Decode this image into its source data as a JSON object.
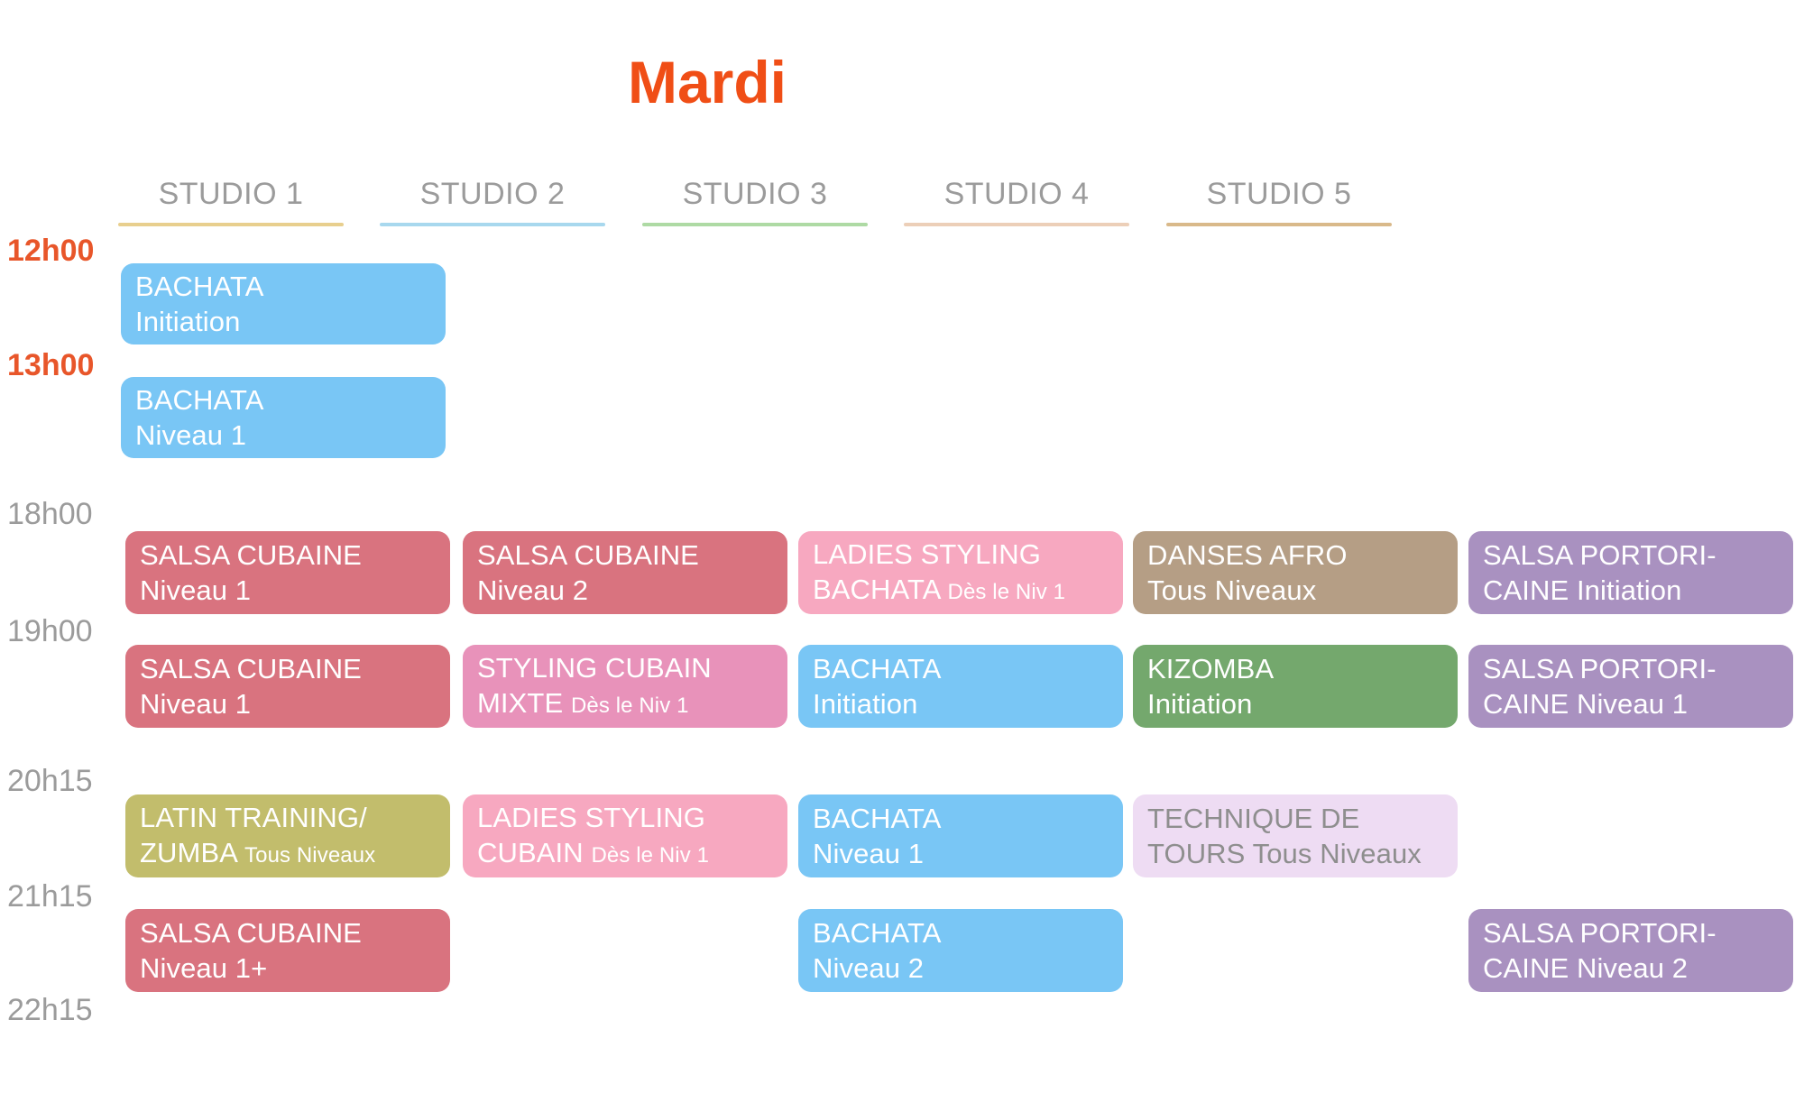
{
  "title": "Mardi",
  "colors": {
    "title": "#f04e16",
    "time_hot": "#e8562a",
    "time_normal": "#9b9b9b",
    "studio_label": "#9b9b9b",
    "bachata_blue": "#79c6f5",
    "salsa_cubaine_rose": "#d9737f",
    "ladies_styling_pink": "#f7a8c0",
    "styling_cubain_pink": "#e892ba",
    "danses_afro_brown": "#b59e85",
    "kizomba_green": "#74a86d",
    "salsa_porto_purple": "#a991c0",
    "latin_zumba_olive": "#c2bd6c",
    "technique_lavender": "#eedcf3",
    "technique_text": "#8e8e8e"
  },
  "studios": [
    {
      "label": "STUDIO 1",
      "rule_color": "#e8cf8e"
    },
    {
      "label": "STUDIO 2",
      "rule_color": "#a8d8ee"
    },
    {
      "label": "STUDIO 3",
      "rule_color": "#aedaa4"
    },
    {
      "label": "STUDIO 4",
      "rule_color": "#eccfb8"
    },
    {
      "label": "STUDIO 5",
      "rule_color": "#d9b98a"
    }
  ],
  "times": [
    {
      "label": "12h00",
      "hot": true
    },
    {
      "label": "13h00",
      "hot": true
    },
    {
      "label": "18h00",
      "hot": false
    },
    {
      "label": "19h00",
      "hot": false
    },
    {
      "label": "20h15",
      "hot": false
    },
    {
      "label": "21h15",
      "hot": false
    },
    {
      "label": "22h15",
      "hot": false
    }
  ],
  "classes": [
    {
      "id": "c1",
      "line1": "BACHATA",
      "line2": "Initiation",
      "small": "",
      "color": "#79c6f5",
      "muted": false
    },
    {
      "id": "c2",
      "line1": "BACHATA",
      "line2": "Niveau 1",
      "small": "",
      "color": "#79c6f5",
      "muted": false
    },
    {
      "id": "c3",
      "line1": "SALSA CUBAINE",
      "line2": "Niveau 1",
      "small": "",
      "color": "#d9737f",
      "muted": false
    },
    {
      "id": "c4",
      "line1": "SALSA CUBAINE",
      "line2": "Niveau 2",
      "small": "",
      "color": "#d9737f",
      "muted": false
    },
    {
      "id": "c5",
      "line1": "LADIES STYLING",
      "line2": "BACHATA",
      "small": "Dès le Niv 1",
      "color": "#f7a8c0",
      "muted": false
    },
    {
      "id": "c6",
      "line1": "DANSES AFRO",
      "line2": "Tous Niveaux",
      "small": "",
      "color": "#b59e85",
      "muted": false
    },
    {
      "id": "c7",
      "line1": "SALSA PORTORI-",
      "line2": "CAINE Initiation",
      "small": "",
      "color": "#a991c0",
      "muted": false
    },
    {
      "id": "c8",
      "line1": "SALSA CUBAINE",
      "line2": "Niveau 1",
      "small": "",
      "color": "#d9737f",
      "muted": false
    },
    {
      "id": "c9",
      "line1": "STYLING CUBAIN",
      "line2": "MIXTE",
      "small": "Dès le Niv 1",
      "color": "#e892ba",
      "muted": false
    },
    {
      "id": "c10",
      "line1": "BACHATA",
      "line2": "Initiation",
      "small": "",
      "color": "#79c6f5",
      "muted": false
    },
    {
      "id": "c11",
      "line1": "KIZOMBA",
      "line2": "Initiation",
      "small": "",
      "color": "#74a86d",
      "muted": false
    },
    {
      "id": "c12",
      "line1": "SALSA PORTORI-",
      "line2": "CAINE Niveau 1",
      "small": "",
      "color": "#a991c0",
      "muted": false
    },
    {
      "id": "c13",
      "line1": "LATIN TRAINING/",
      "line2": "ZUMBA",
      "small": "Tous Niveaux",
      "color": "#c2bd6c",
      "muted": false
    },
    {
      "id": "c14",
      "line1": "LADIES STYLING",
      "line2": "CUBAIN",
      "small": "Dès le Niv 1",
      "color": "#f7a8c0",
      "muted": false
    },
    {
      "id": "c15",
      "line1": "BACHATA",
      "line2": "Niveau 1",
      "small": "",
      "color": "#79c6f5",
      "muted": false
    },
    {
      "id": "c16",
      "line1": "TECHNIQUE DE",
      "line2": "TOURS",
      "small": "Tous Niveaux",
      "color": "#eedcf3",
      "muted": true
    },
    {
      "id": "c17",
      "line1": "SALSA CUBAINE",
      "line2": "Niveau 1+",
      "small": "",
      "color": "#d9737f",
      "muted": false
    },
    {
      "id": "c18",
      "line1": "BACHATA",
      "line2": "Niveau 2",
      "small": "",
      "color": "#79c6f5",
      "muted": false
    },
    {
      "id": "c19",
      "line1": "SALSA PORTORI-",
      "line2": "CAINE Niveau 2",
      "small": "",
      "color": "#a991c0",
      "muted": false
    }
  ]
}
